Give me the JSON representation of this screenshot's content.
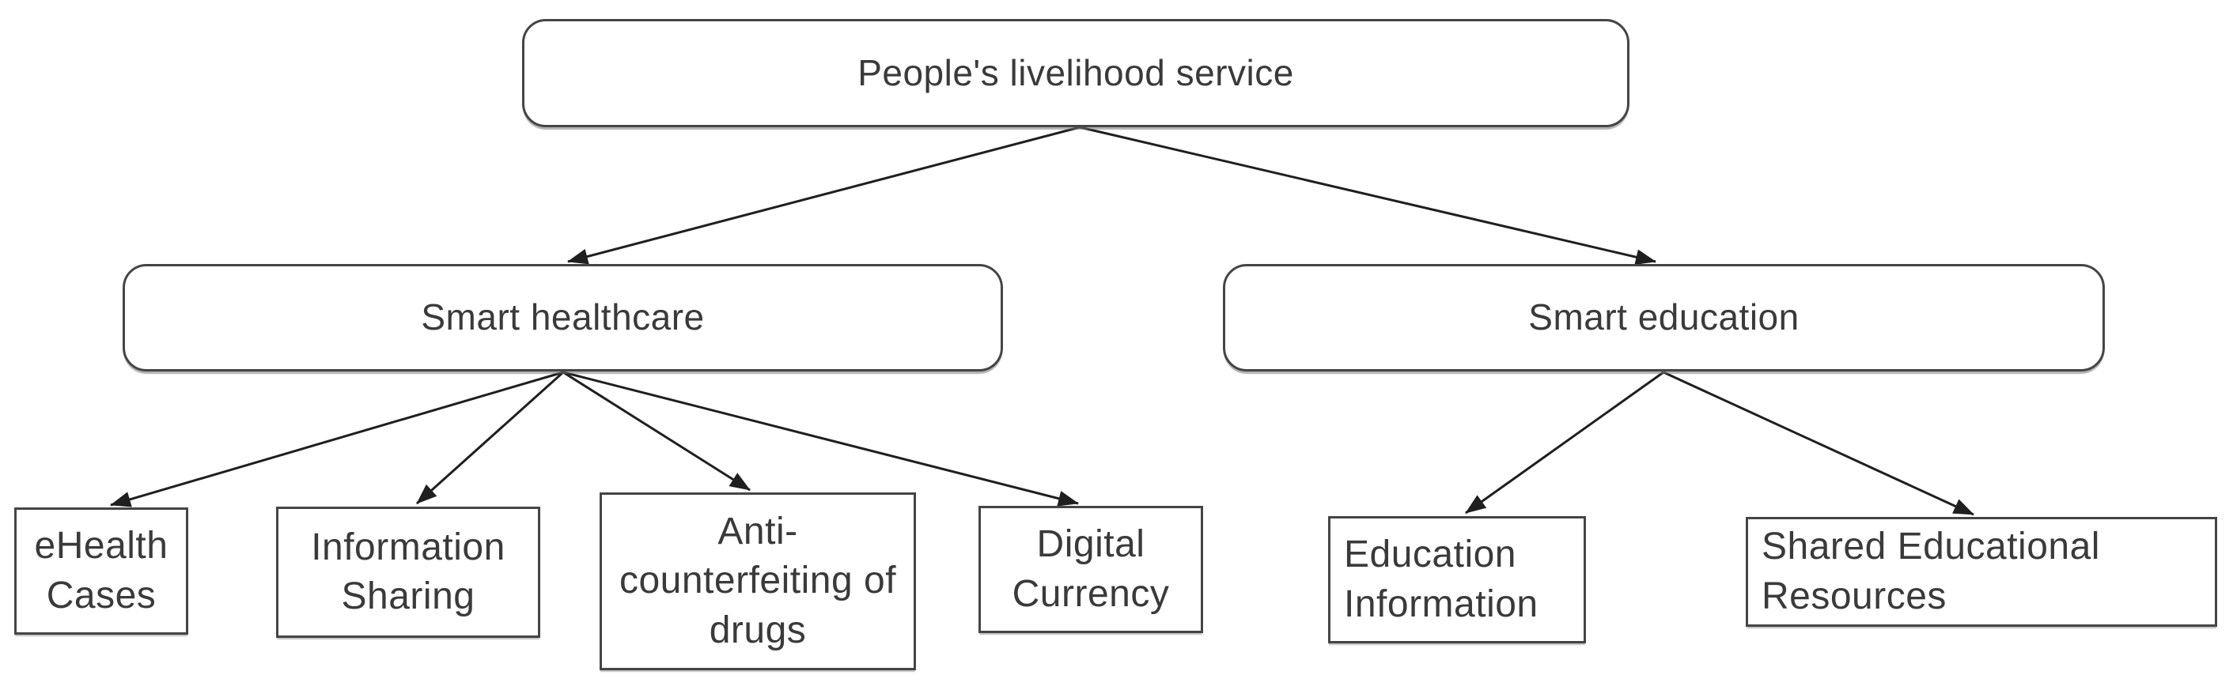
{
  "diagram": {
    "nodes": {
      "root": {
        "label": "People's livelihood service"
      },
      "smart_healthcare": {
        "label": "Smart healthcare"
      },
      "smart_education": {
        "label": "Smart education"
      },
      "ehealth_cases": {
        "label": "eHealth Cases"
      },
      "information_sharing": {
        "label": "Information Sharing"
      },
      "anti_counterfeiting": {
        "label": "Anti-counterfeiting of drugs"
      },
      "digital_currency": {
        "label": "Digital Currency"
      },
      "education_information": {
        "label": "Education Information"
      },
      "shared_educational_resources": {
        "label": "Shared Educational Resources"
      }
    },
    "edges": [
      {
        "from": "root",
        "to": "smart_healthcare"
      },
      {
        "from": "root",
        "to": "smart_education"
      },
      {
        "from": "smart_healthcare",
        "to": "ehealth_cases"
      },
      {
        "from": "smart_healthcare",
        "to": "information_sharing"
      },
      {
        "from": "smart_healthcare",
        "to": "anti_counterfeiting"
      },
      {
        "from": "smart_healthcare",
        "to": "digital_currency"
      },
      {
        "from": "smart_education",
        "to": "education_information"
      },
      {
        "from": "smart_education",
        "to": "shared_educational_resources"
      }
    ],
    "colors": {
      "background": "#ffffff",
      "box_fill": "#ffffff",
      "box_border": "#454545",
      "text": "#3a3a3a",
      "connector": "#1f1f1f"
    }
  }
}
